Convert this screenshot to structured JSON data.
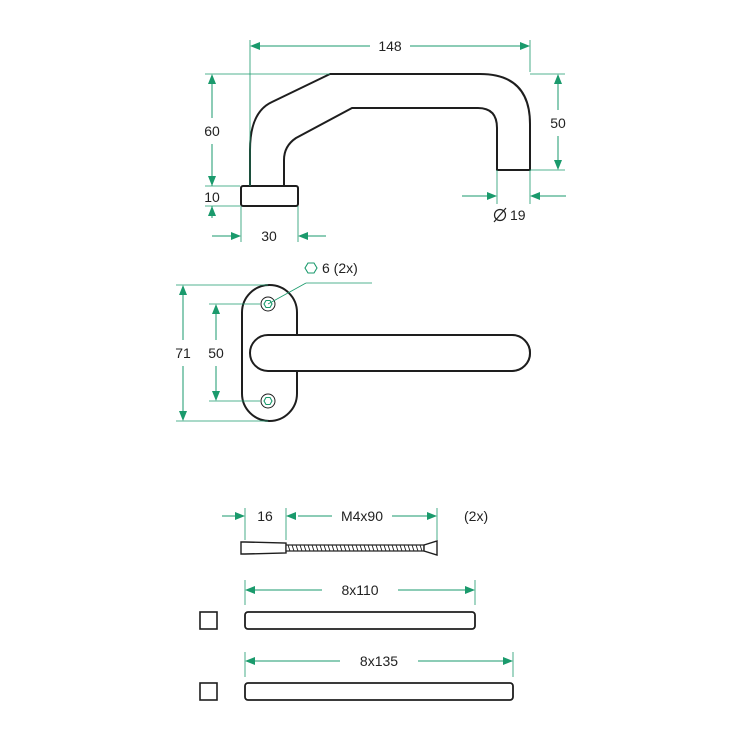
{
  "labels": {
    "handle_length": "148",
    "handle_height": "60",
    "base_height": "10",
    "base_width": "30",
    "return_height": "50",
    "tube_diameter": "19",
    "screw_size": "6 (2x)",
    "rose_height": "71",
    "screw_spacing": "50",
    "sleeve_length": "16",
    "bolt_size": "M4x90",
    "bolt_count": "(2x)",
    "spindle_short": "8x110",
    "spindle_long": "8x135"
  },
  "colors": {
    "dimension": "#1a9a6c",
    "outline": "#1e1e1e"
  },
  "icons": {
    "diameter": "diameter-icon",
    "hex": "hex-socket-icon",
    "square": "square-section-icon"
  }
}
